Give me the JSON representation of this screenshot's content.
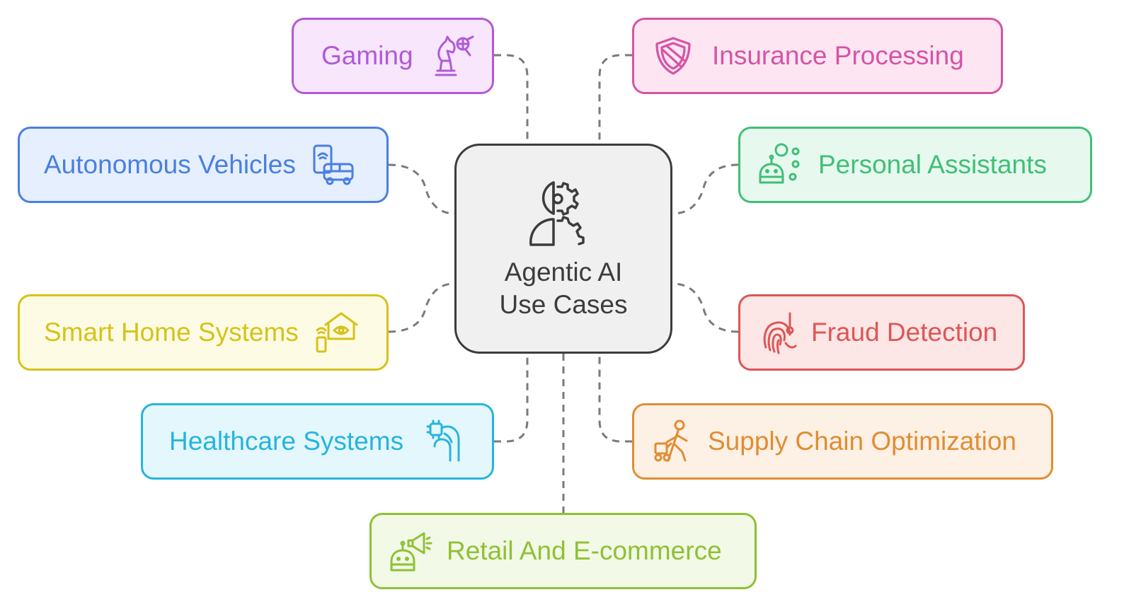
{
  "center": {
    "title_line1": "Agentic AI",
    "title_line2": "Use Cases",
    "icon": "head-gear-icon",
    "color": "#3c3c3c"
  },
  "nodes": {
    "gaming": {
      "label": "Gaming",
      "icon": "chess-knight-icon",
      "color": "#b05ad8",
      "fill": "#f7e6fc"
    },
    "insurance": {
      "label": "Insurance Processing",
      "icon": "shield-icon",
      "color": "#d554a5",
      "fill": "#fde6f2"
    },
    "autonomous": {
      "label": "Autonomous Vehicles",
      "icon": "phone-bus-icon",
      "color": "#4a7fe0",
      "fill": "#e5effe"
    },
    "personal": {
      "label": "Personal Assistants",
      "icon": "robot-bubbles-icon",
      "color": "#3fbf76",
      "fill": "#e7f9ef"
    },
    "smarthome": {
      "label": "Smart Home Systems",
      "icon": "home-eye-icon",
      "color": "#d6c21a",
      "fill": "#fdfbe4"
    },
    "fraud": {
      "label": "Fraud Detection",
      "icon": "fingerprint-icon",
      "color": "#dd5656",
      "fill": "#fde6e6"
    },
    "healthcare": {
      "label": "Healthcare Systems",
      "icon": "hand-chip-icon",
      "color": "#26b4de",
      "fill": "#e4f7fd"
    },
    "supply": {
      "label": "Supply Chain Optimization",
      "icon": "worker-cart-icon",
      "color": "#e08d33",
      "fill": "#fdf0e4"
    },
    "retail": {
      "label": "Retail And E-commerce",
      "icon": "robot-megaphone-icon",
      "color": "#8fc036",
      "fill": "#f2f9e6"
    }
  },
  "connector_color": "#7a7a7a"
}
